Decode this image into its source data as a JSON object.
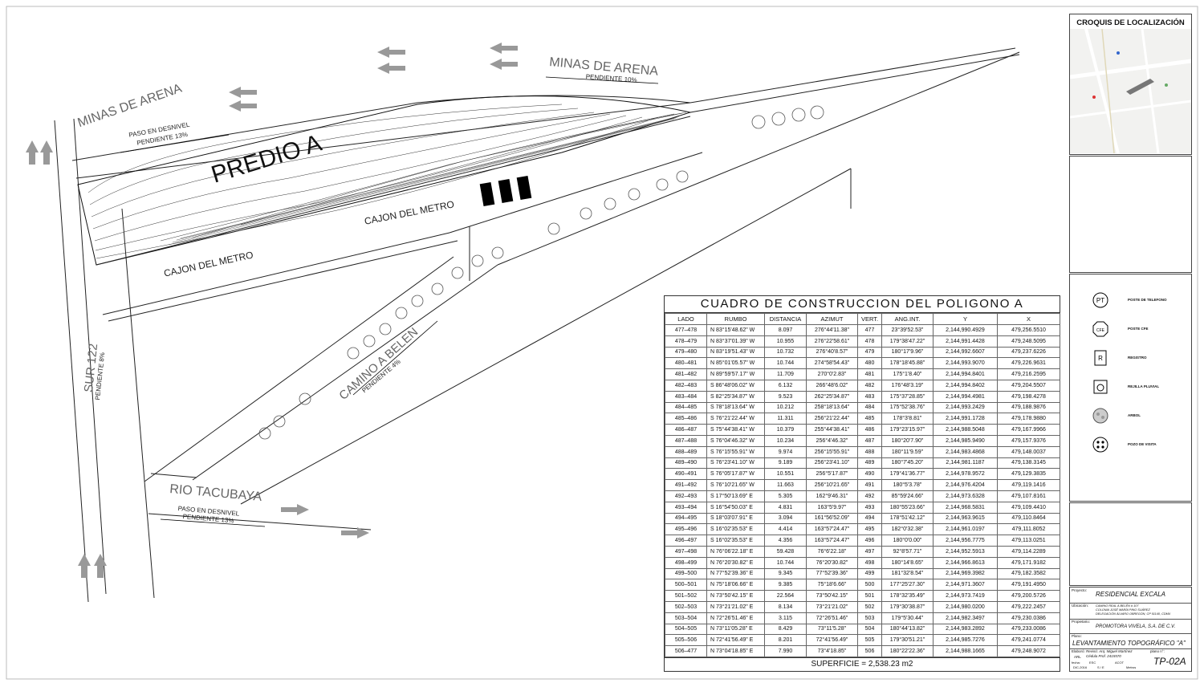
{
  "plan": {
    "street_minas_left": "MINAS DE ARENA",
    "street_minas_right": "MINAS DE ARENA",
    "slope_minas_right": "PENDIENTE 10%",
    "paso_desnivel_1": "PASO EN DESNIVEL",
    "slope_minas_left": "PENDIENTE 13%",
    "predio": "PREDIO A",
    "cajon_1": "CAJON DEL METRO",
    "cajon_2": "CAJON DEL METRO",
    "camino": "CAMINO A BELEN",
    "slope_camino": "PENDIENTE 4%",
    "sur": "SUR 122",
    "slope_sur": "PENDIENTE 8%",
    "rio": "RIO TACUBAYA",
    "paso_desnivel_2": "PASO EN DESNIVEL",
    "slope_rio": "PENDIENTE 13%"
  },
  "table": {
    "title": "CUADRO DE CONSTRUCCION DEL POLIGONO A",
    "headers": [
      "LADO",
      "RUMBO",
      "DISTANCIA",
      "AZIMUT",
      "VERT.",
      "ANG.INT.",
      "Y",
      "X"
    ],
    "rows": [
      [
        "477–478",
        "N 83°15'48.62\" W",
        "8.097",
        "276°44'11.38\"",
        "477",
        "23°39'52.53\"",
        "2,144,990.4929",
        "479,256.5510"
      ],
      [
        "478–479",
        "N 83°37'01.39\" W",
        "10.955",
        "276°22'58.61\"",
        "478",
        "179°38'47.22\"",
        "2,144,991.4428",
        "479,248.5095"
      ],
      [
        "479–480",
        "N 83°19'51.43\" W",
        "10.732",
        "276°40'8.57\"",
        "479",
        "180°17'9.96\"",
        "2,144,992.6607",
        "479,237.6226"
      ],
      [
        "480–481",
        "N 85°01'05.57\" W",
        "10.744",
        "274°58'54.43\"",
        "480",
        "178°18'45.88\"",
        "2,144,993.9070",
        "479,226.9631"
      ],
      [
        "481–482",
        "N 89°59'57.17\" W",
        "11.709",
        "270°0'2.83\"",
        "481",
        "175°1'8.40\"",
        "2,144,994.8401",
        "479,216.2595"
      ],
      [
        "482–483",
        "S 86°48'06.02\" W",
        "6.132",
        "266°48'6.02\"",
        "482",
        "176°48'3.19\"",
        "2,144,994.8402",
        "479,204.5507"
      ],
      [
        "483–484",
        "S 82°25'34.87\" W",
        "9.523",
        "262°25'34.87\"",
        "483",
        "175°37'28.85\"",
        "2,144,994.4981",
        "479,198.4278"
      ],
      [
        "484–485",
        "S 78°18'13.64\" W",
        "10.212",
        "258°18'13.64\"",
        "484",
        "175°52'38.76\"",
        "2,144,993.2429",
        "479,188.9876"
      ],
      [
        "485–486",
        "S 76°21'22.44\" W",
        "11.311",
        "256°21'22.44\"",
        "485",
        "178°3'8.81\"",
        "2,144,991.1728",
        "479,178.9880"
      ],
      [
        "486–487",
        "S 75°44'38.41\" W",
        "10.379",
        "255°44'38.41\"",
        "486",
        "179°23'15.97\"",
        "2,144,988.5048",
        "479,167.9966"
      ],
      [
        "487–488",
        "S 76°04'46.32\" W",
        "10.234",
        "256°4'46.32\"",
        "487",
        "180°20'7.90\"",
        "2,144,985.9490",
        "479,157.9376"
      ],
      [
        "488–489",
        "S 76°15'55.91\" W",
        "9.974",
        "256°15'55.91\"",
        "488",
        "180°11'9.59\"",
        "2,144,983.4868",
        "479,148.0037"
      ],
      [
        "489–490",
        "S 76°23'41.10\" W",
        "9.189",
        "256°23'41.10\"",
        "489",
        "180°7'45.20\"",
        "2,144,981.1187",
        "479,138.3145"
      ],
      [
        "490–491",
        "S 76°05'17.87\" W",
        "10.551",
        "256°5'17.87\"",
        "490",
        "179°41'36.77\"",
        "2,144,978.9572",
        "479,129.3835"
      ],
      [
        "491–492",
        "S 76°10'21.65\" W",
        "11.663",
        "256°10'21.65\"",
        "491",
        "180°5'3.78\"",
        "2,144,976.4204",
        "479,119.1416"
      ],
      [
        "492–493",
        "S 17°50'13.69\" E",
        "5.305",
        "162°9'46.31\"",
        "492",
        "85°59'24.66\"",
        "2,144,973.6328",
        "479,107.8161"
      ],
      [
        "493–494",
        "S 16°54'50.03\" E",
        "4.831",
        "163°5'9.97\"",
        "493",
        "180°55'23.66\"",
        "2,144,968.5831",
        "479,109.4410"
      ],
      [
        "494–495",
        "S 18°03'07.91\" E",
        "3.094",
        "161°56'52.09\"",
        "494",
        "178°51'42.12\"",
        "2,144,963.9615",
        "479,110.8464"
      ],
      [
        "495–496",
        "S 16°02'35.53\" E",
        "4.414",
        "163°57'24.47\"",
        "495",
        "182°0'32.38\"",
        "2,144,961.0197",
        "479,111.8052"
      ],
      [
        "496–497",
        "S 16°02'35.53\" E",
        "4.356",
        "163°57'24.47\"",
        "496",
        "180°0'0.00\"",
        "2,144,956.7775",
        "479,113.0251"
      ],
      [
        "497–498",
        "N 76°06'22.18\" E",
        "59.428",
        "76°6'22.18\"",
        "497",
        "92°8'57.71\"",
        "2,144,952.5913",
        "479,114.2289"
      ],
      [
        "498–499",
        "N 76°20'30.82\" E",
        "10.744",
        "76°20'30.82\"",
        "498",
        "180°14'8.65\"",
        "2,144,966.8613",
        "479,171.9182"
      ],
      [
        "499–500",
        "N 77°52'39.36\" E",
        "9.345",
        "77°52'39.36\"",
        "499",
        "181°32'8.54\"",
        "2,144,969.3982",
        "479,182.3582"
      ],
      [
        "500–501",
        "N 75°18'06.66\" E",
        "9.385",
        "75°18'6.66\"",
        "500",
        "177°25'27.30\"",
        "2,144,971.3607",
        "479,191.4950"
      ],
      [
        "501–502",
        "N 73°50'42.15\" E",
        "22.564",
        "73°50'42.15\"",
        "501",
        "178°32'35.49\"",
        "2,144,973.7419",
        "479,200.5726"
      ],
      [
        "502–503",
        "N 73°21'21.02\" E",
        "8.134",
        "73°21'21.02\"",
        "502",
        "179°30'38.87\"",
        "2,144,980.0200",
        "479,222.2457"
      ],
      [
        "503–504",
        "N 72°26'51.46\" E",
        "3.115",
        "72°26'51.46\"",
        "503",
        "179°5'30.44\"",
        "2,144,982.3497",
        "479,230.0386"
      ],
      [
        "504–505",
        "N 73°11'05.28\" E",
        "8.429",
        "73°11'5.28\"",
        "504",
        "180°44'13.82\"",
        "2,144,983.2892",
        "479,233.0086"
      ],
      [
        "505–506",
        "N 72°41'56.49\" E",
        "8.201",
        "72°41'56.49\"",
        "505",
        "179°30'51.21\"",
        "2,144,985.7276",
        "479,241.0774"
      ],
      [
        "506–477",
        "N 73°04'18.85\" E",
        "7.990",
        "73°4'18.85\"",
        "506",
        "180°22'22.36\"",
        "2,144,988.1665",
        "479,248.9072"
      ]
    ],
    "total": "SUPERFICIE = 2,538.23 m2"
  },
  "croquis": {
    "title": "CROQUIS DE LOCALIZACIÓN"
  },
  "legend": [
    {
      "icon": "pt-icon",
      "symbol": "PT",
      "label": "POSTE DE TELEFONO"
    },
    {
      "icon": "cfe-icon",
      "symbol": "CFE",
      "label": "POSTE CFE"
    },
    {
      "icon": "registro-icon",
      "symbol": "R",
      "label": "REGISTRO"
    },
    {
      "icon": "rejilla-icon",
      "symbol": "",
      "label": "REJILLA PLUVIAL"
    },
    {
      "icon": "tree-icon",
      "symbol": "",
      "label": "ARBOL"
    },
    {
      "icon": "pozo-icon",
      "symbol": "",
      "label": "POZO DE VISITA"
    }
  ],
  "title_block": {
    "proyecto_key": "Proyecto:",
    "proyecto": "RESIDENCIAL EXCALA",
    "ubicacion_key": "Ubicación:",
    "ubicacion_1": "CAMINO REAL A BELÉN # 107",
    "ubicacion_2": "COLONIA JOSÉ MARÍA PINO SUÁREZ",
    "ubicacion_3": "DELEGACIÓN ÁLVARO OBREGÓN, CP 01140, CDMX",
    "propietario_key": "Propietario:",
    "propietario": "PROMOTORA VIVELA, S.A. DE C.V.",
    "plano_key": "Plano:",
    "plano": "LEVANTAMIENTO TOPOGRÁFICO \"A\"",
    "elaboro_key": "Elaboró:",
    "elaboro": "ARL",
    "reviso": "Revisó: Arq. Miguel Martínez",
    "cedula": "Cédula Prof. 2415570",
    "plano_no_key": "plano n°:",
    "fecha_key": "fecha:",
    "fecha": "DIC-2016",
    "esc_key": "ESC",
    "esc": "S / E",
    "acot_key": "ACOT",
    "acot": "Metros",
    "plano_no": "TP-02A"
  }
}
